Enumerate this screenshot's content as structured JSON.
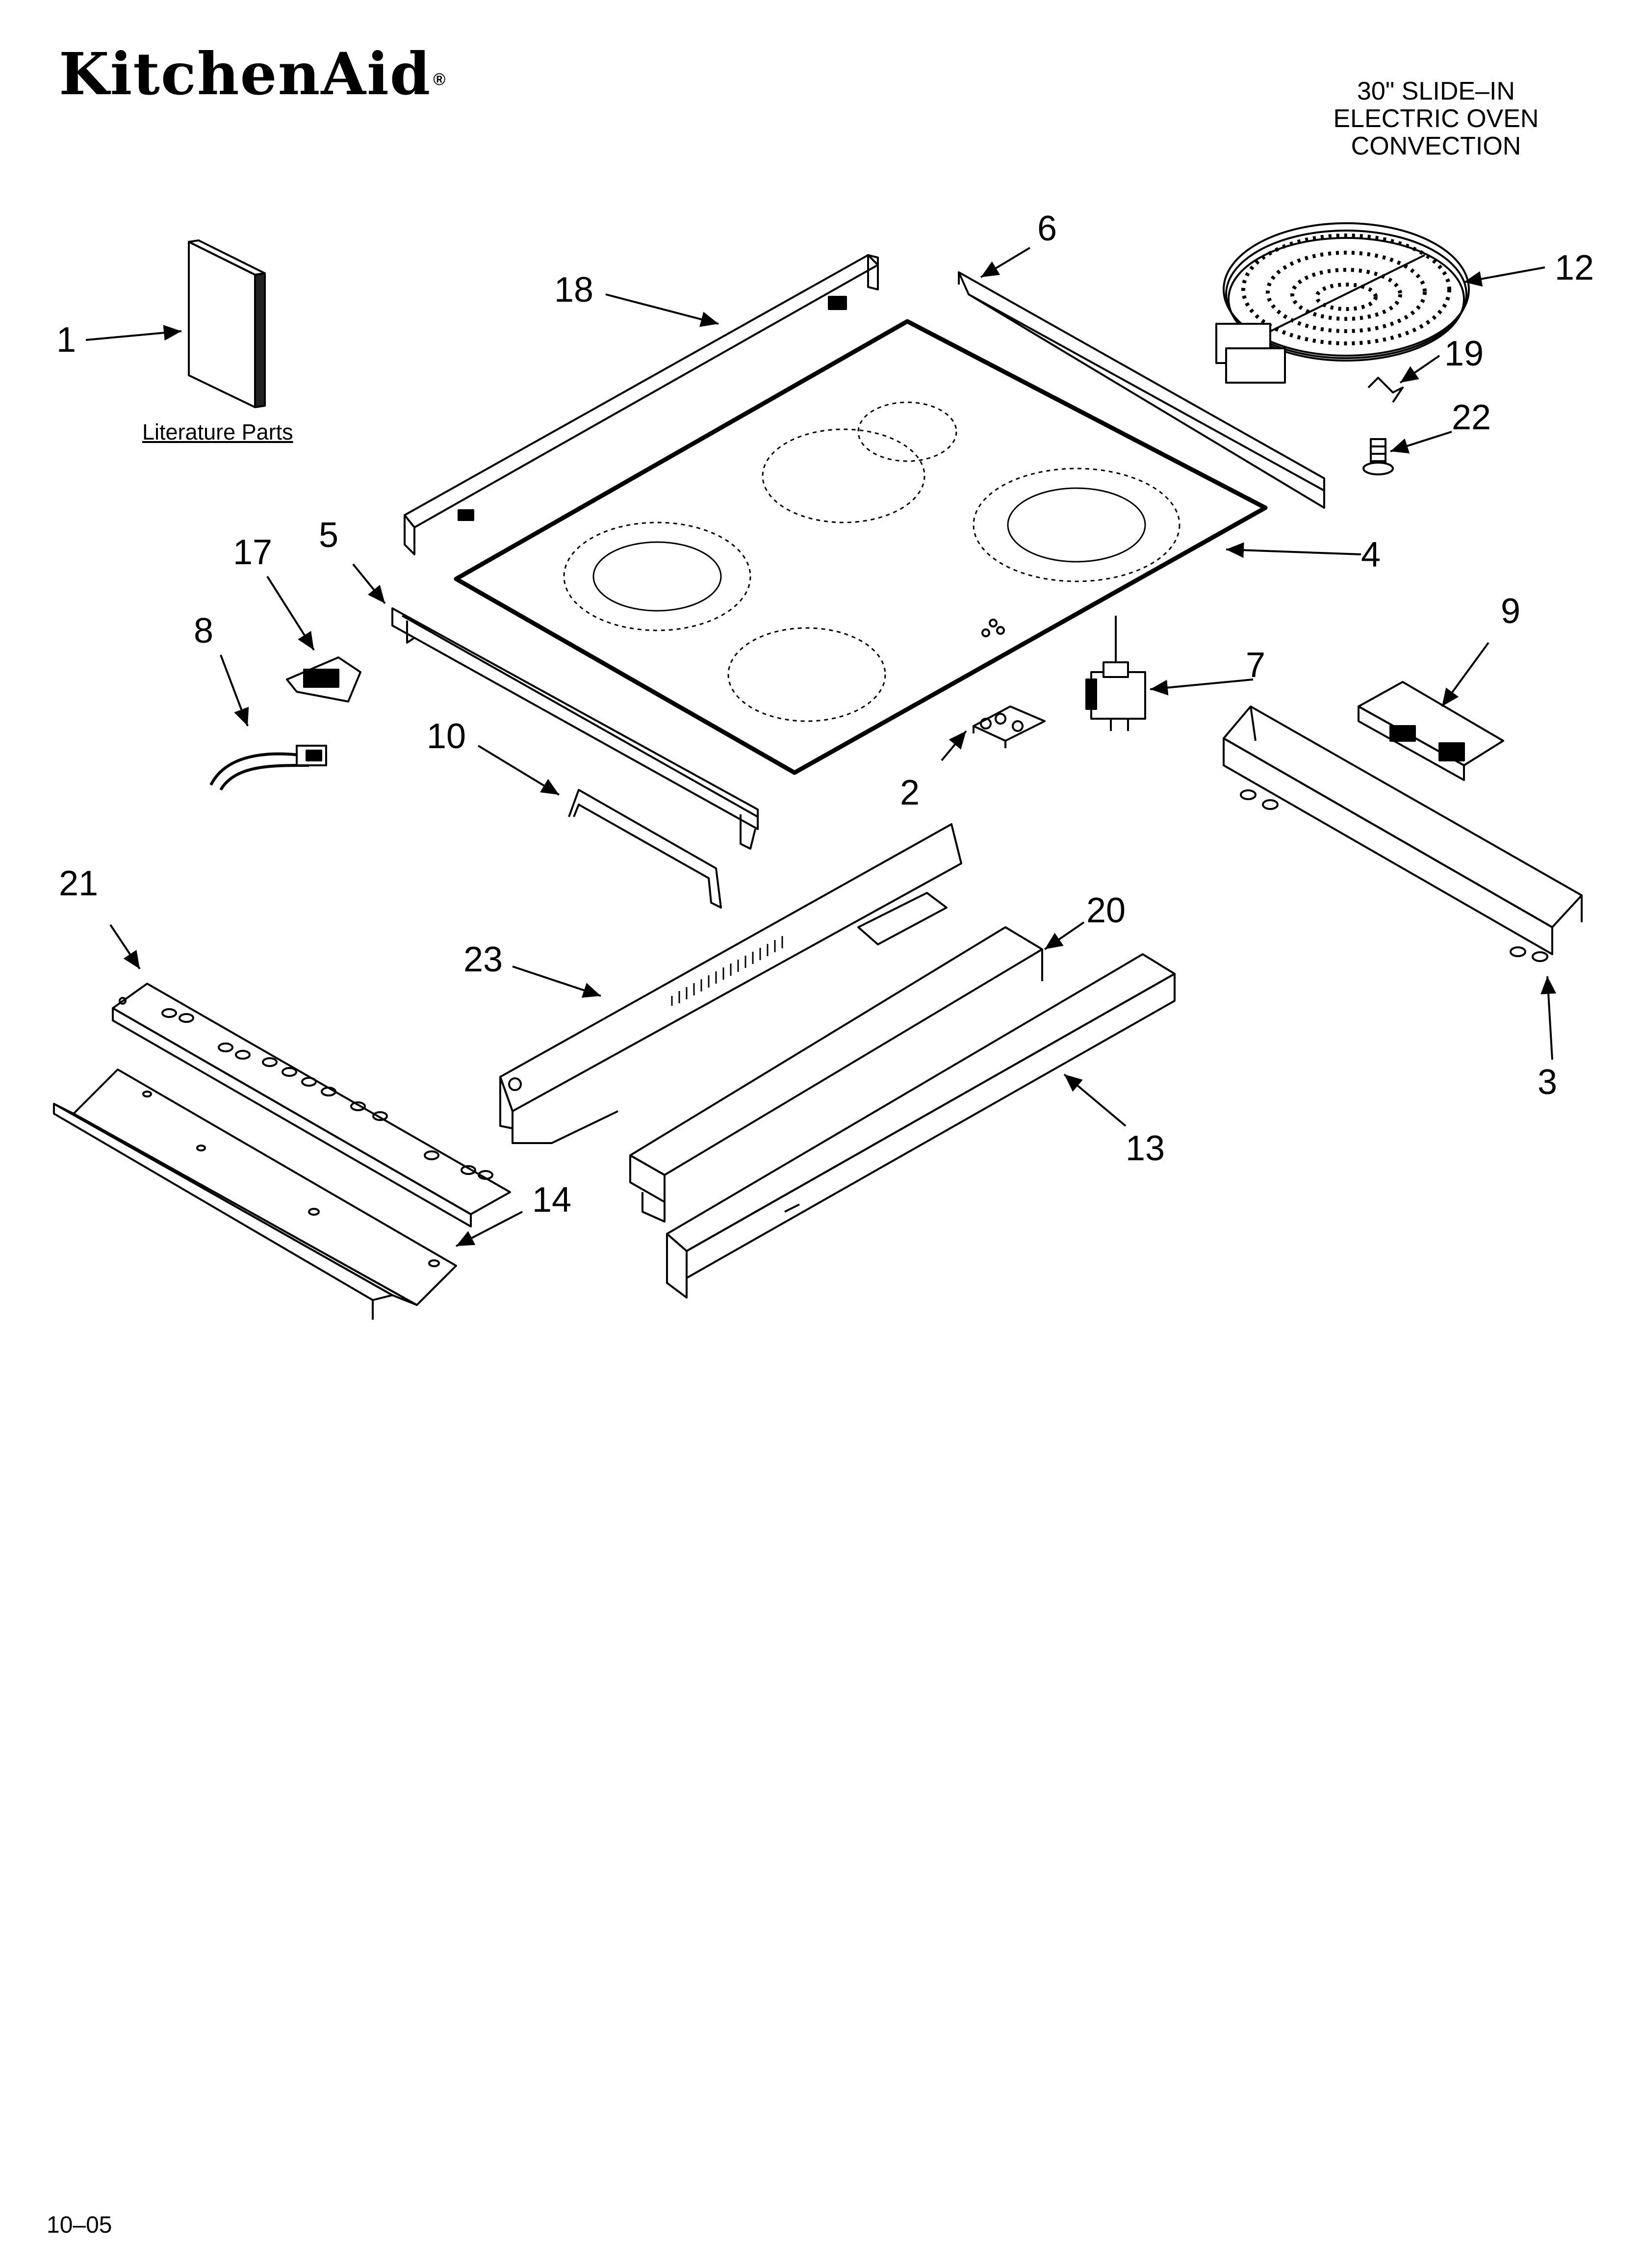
{
  "header": {
    "brand": "KitchenAid",
    "brand_mark": "®",
    "title_lines": [
      "30\" SLIDE–IN",
      "ELECTRIC OVEN",
      "CONVECTION"
    ]
  },
  "literature": {
    "label": "Literature Parts"
  },
  "callouts": [
    "1",
    "2",
    "3",
    "4",
    "5",
    "6",
    "7",
    "8",
    "9",
    "10",
    "12",
    "13",
    "14",
    "17",
    "18",
    "19",
    "20",
    "21",
    "22",
    "23"
  ],
  "footer": {
    "code": "10–05"
  }
}
